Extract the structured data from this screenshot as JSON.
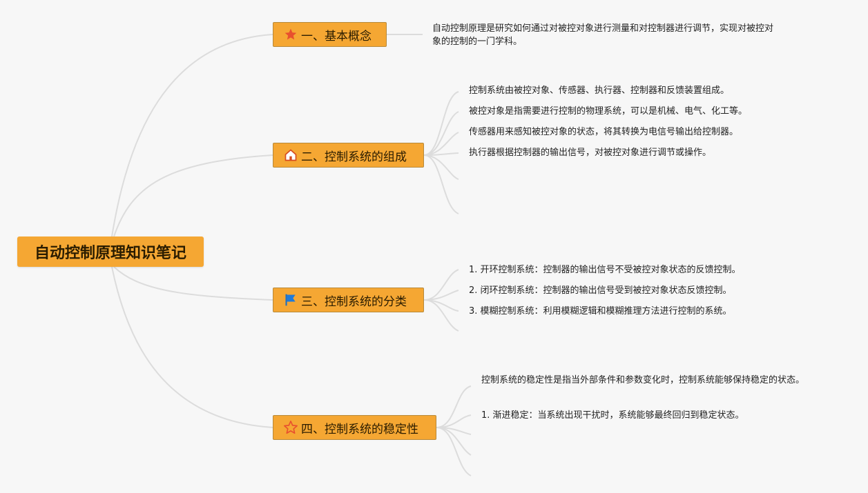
{
  "root": {
    "label": "自动控制原理知识笔记"
  },
  "topics": [
    {
      "label": "一、基本概念",
      "icon": "star-filled-icon",
      "notes": [
        "自动控制原理是研究如何通过对被控对象进行测量和对控制器进行调节，实现对被控对象的控制的一门学科。"
      ]
    },
    {
      "label": "二、控制系统的组成",
      "icon": "home-icon",
      "notes": [
        "控制系统由被控对象、传感器、执行器、控制器和反馈装置组成。",
        "被控对象是指需要进行控制的物理系统，可以是机械、电气、化工等。",
        "传感器用来感知被控对象的状态，将其转换为电信号输出给控制器。",
        "执行器根据控制器的输出信号，对被控对象进行调节或操作。"
      ]
    },
    {
      "label": "三、控制系统的分类",
      "icon": "flag-icon",
      "notes": [
        "1. 开环控制系统：控制器的输出信号不受被控对象状态的反馈控制。",
        "2. 闭环控制系统：控制器的输出信号受到被控对象状态反馈控制。",
        "3. 模糊控制系统：利用模糊逻辑和模糊推理方法进行控制的系统。"
      ]
    },
    {
      "label": "四、控制系统的稳定性",
      "icon": "star-outline-icon",
      "notes": [
        "控制系统的稳定性是指当外部条件和参数变化时，控制系统能够保持稳定的状态。",
        "1. 渐进稳定：当系统出现干扰时，系统能够最终回归到稳定状态。"
      ]
    }
  ]
}
